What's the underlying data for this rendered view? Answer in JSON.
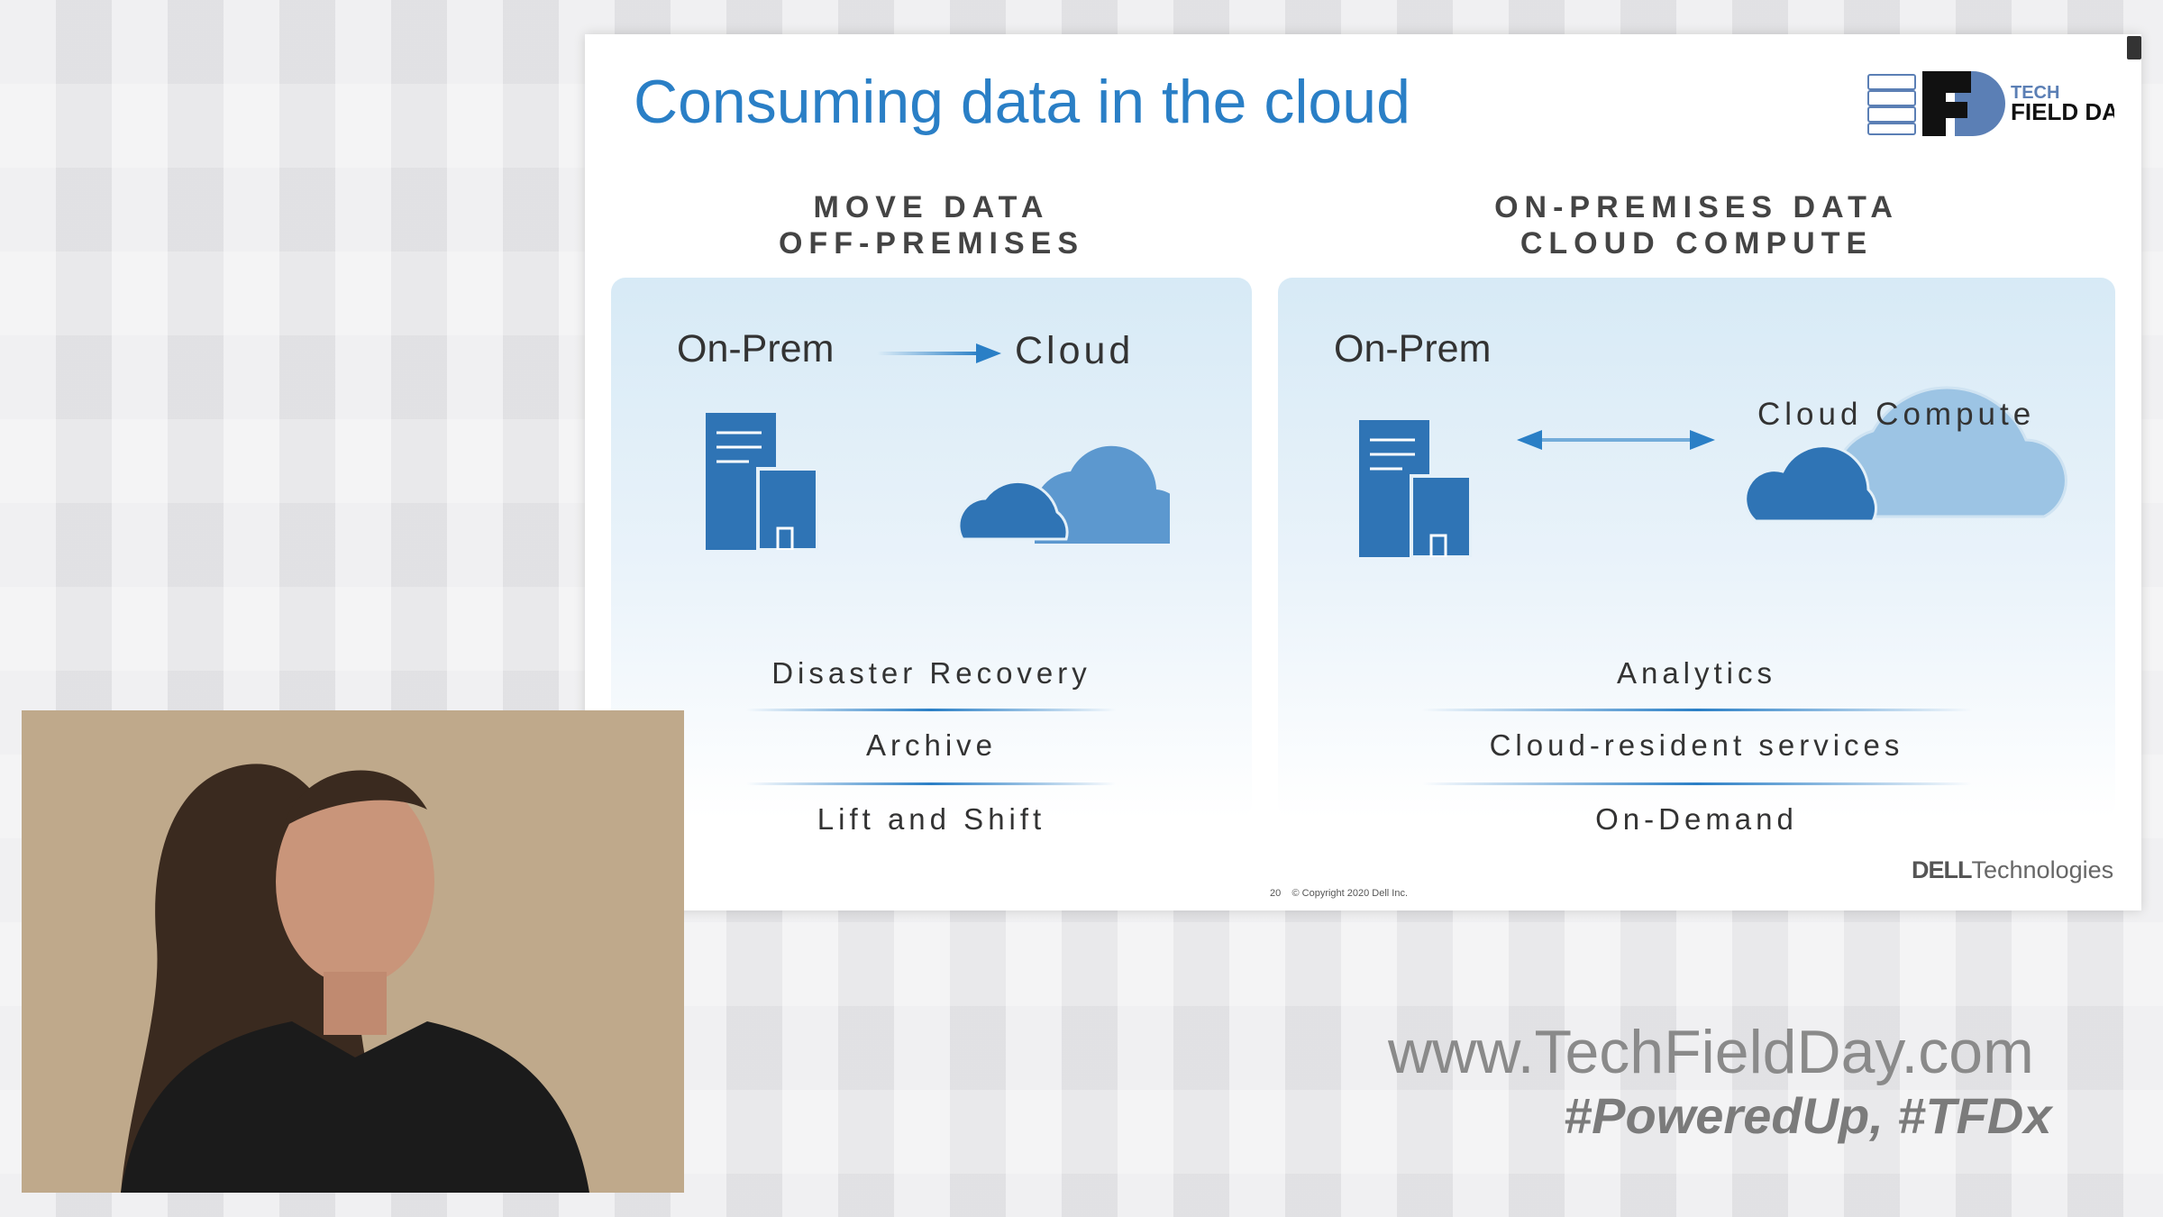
{
  "slide": {
    "title": "Consuming data in the cloud",
    "logo_text": "TECH FIELD DAY",
    "left": {
      "heading1": "MOVE DATA",
      "heading2": "OFF-PREMISES",
      "from": "On-Prem",
      "to": "Cloud",
      "items": [
        "Disaster Recovery",
        "Archive",
        "Lift and Shift"
      ]
    },
    "right": {
      "heading1": "ON-PREMISES DATA",
      "heading2": "CLOUD COMPUTE",
      "from": "On-Prem",
      "to": "Cloud Compute",
      "items": [
        "Analytics",
        "Cloud-resident services",
        "On-Demand"
      ]
    },
    "page_number": "20",
    "copyright": "© Copyright 2020 Dell Inc.",
    "brand_bold": "DELL",
    "brand_rest": "Technologies"
  },
  "watermark": {
    "url": "www.TechFieldDay.com",
    "tags": "#PoweredUp, #TFDx"
  },
  "colors": {
    "accent": "#2a7fc6",
    "icon": "#2f74b5"
  }
}
